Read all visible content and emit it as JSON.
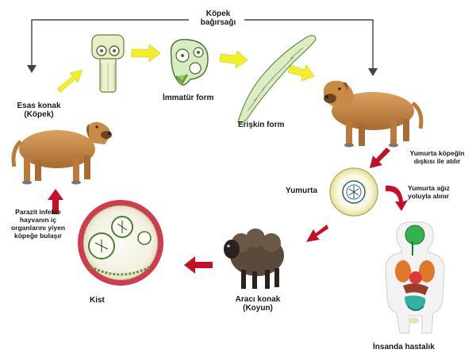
{
  "labels": {
    "kopek_bagirsagi": "Köpek\nbağırsağı",
    "immatur_form": "İmmatür form",
    "eriskin_form": "Erişkin form",
    "esas_konak": "Esas konak\n(Köpek)",
    "yumurta_kopek": "Yumurta köpeğin\ndışkısı ile atılır",
    "yumurta": "Yumurta",
    "yumurta_agiz": "Yumurta ağız\nyoluyla alınır",
    "parazit": "Parazit infekte\nhayvanın iç\norganlarını yiyen\nköpeğe bulaşır",
    "kist": "Kist",
    "araci_konak": "Aracı konak\n(Koyun)",
    "insanda_hastalik": "İnsanda hastalık"
  },
  "colors": {
    "cycle_arrow_yellow": "#f2ee2a",
    "cycle_arrow_red": "#c3102a",
    "bracket_line": "#444444",
    "dog_fur": "#c98a45",
    "cyst_wall": "#d23a4e",
    "egg_shell": "#f3efb8",
    "worm_green": "#c8e6a4",
    "sheep_wool": "#5a4a3c"
  }
}
